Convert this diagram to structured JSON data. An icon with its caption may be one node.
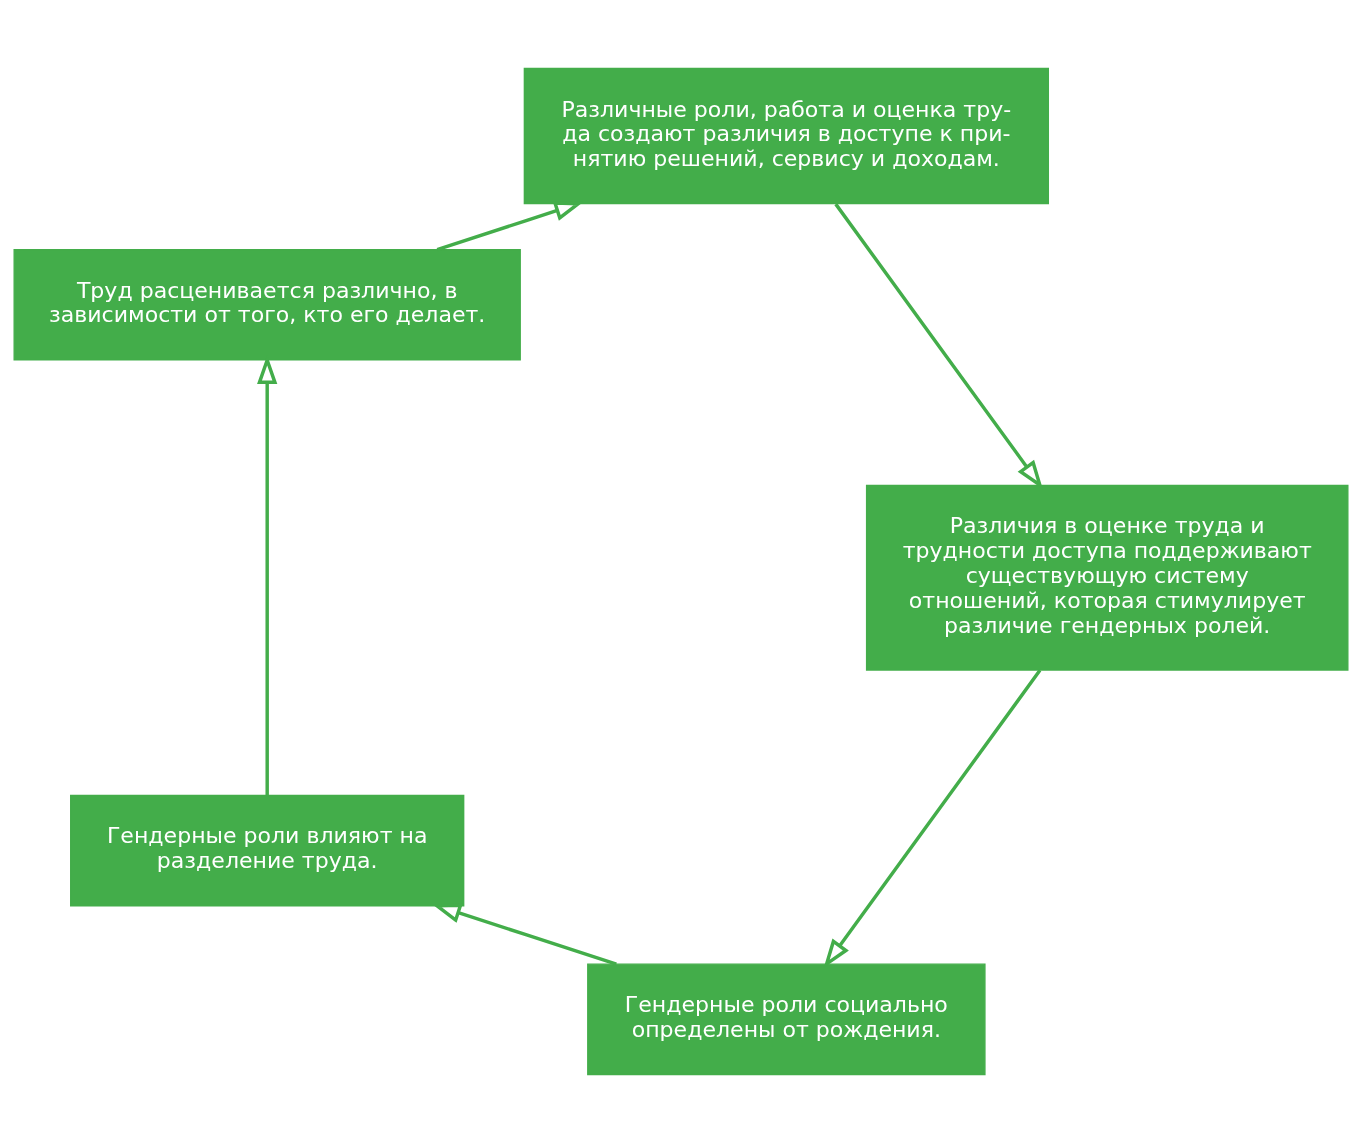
{
  "diagram": {
    "nodes": [
      {
        "text": [
          "Гендерные роли социально определены от рождения."
        ]
      },
      {
        "text": [
          "Гендерные роли влияют на разделение труда."
        ]
      },
      {
        "text": [
          "Труд расценивается различно, в зависимости от того, кто его делает."
        ]
      },
      {
        "text": [
          "Различные роли, работа и оценка тру- да создают различия в доступе к при- нятию решений, сервису и доходам."
        ]
      },
      {
        "text": [
          "Различия в оценке труда и трудности доступа поддерживают существующую систему отношений, которая стимулирует различие гендерных ролей."
        ]
      }
    ],
    "edges": [
      {
        "from": 0,
        "to": 1,
        "arrow": "to"
      },
      {
        "from": 1,
        "to": 2,
        "arrow": "to"
      },
      {
        "from": 2,
        "to": 3,
        "arrow": "to"
      },
      {
        "from": 3,
        "to": 4,
        "arrow": "to"
      },
      {
        "from": 4,
        "to": 0,
        "arrow": "to"
      }
    ]
  }
}
